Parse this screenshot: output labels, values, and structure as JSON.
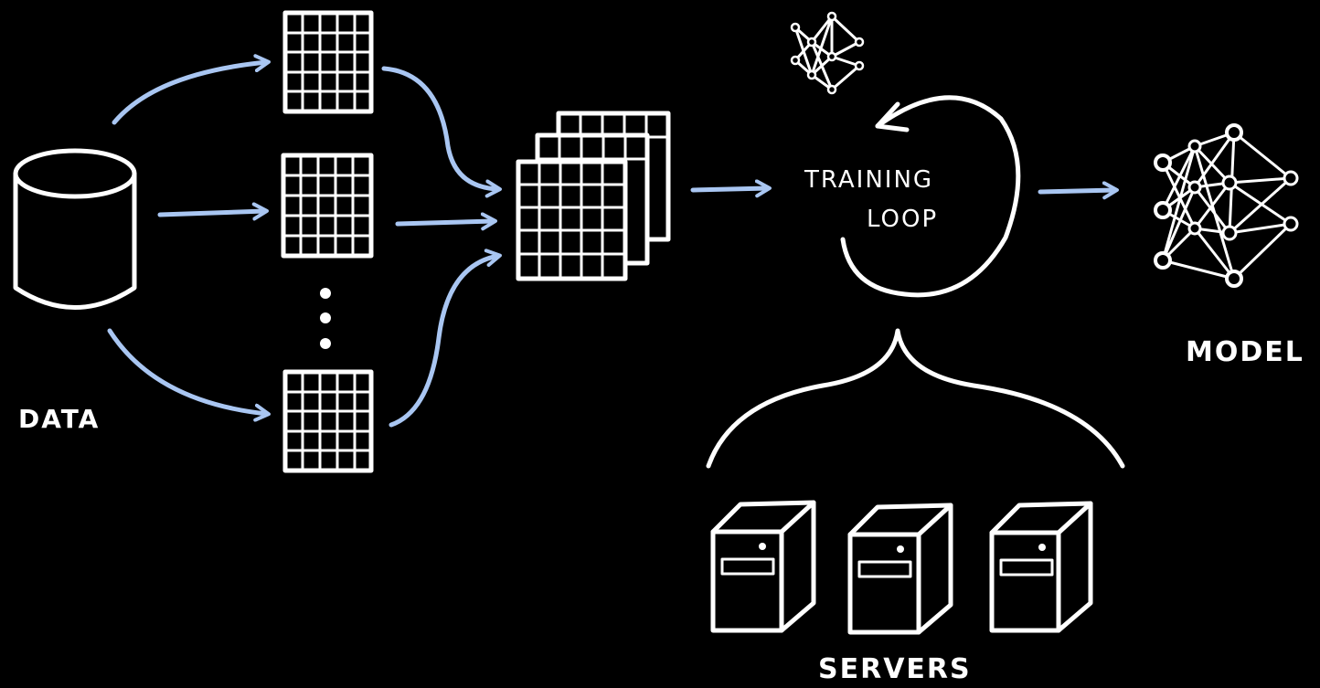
{
  "labels": {
    "data": "DATA",
    "training_line1": "TRAINING",
    "training_line2": "LOOP",
    "model": "MODEL",
    "servers": "SERVERS"
  },
  "colors": {
    "background": "#000000",
    "ink": "#ffffff",
    "arrow": "#a9c6f2"
  },
  "icons": {
    "source": "database-icon",
    "shard": "grid-icon",
    "batch": "grid-stack-icon",
    "network": "neural-network-icon",
    "server": "server-tower-icon"
  }
}
